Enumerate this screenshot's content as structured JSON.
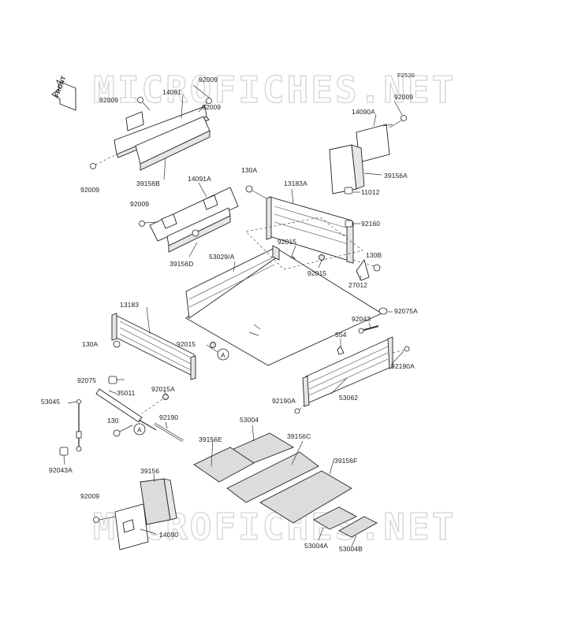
{
  "diagram_code": "F2520",
  "watermark": {
    "top": "MICROFICHES.NET",
    "bottom": "MICROFICHES.NET"
  },
  "front_label": "FRONT",
  "circle_markers": [
    "A",
    "A"
  ],
  "labels": [
    "92009",
    "92009",
    "14091",
    "92009",
    "92009",
    "39156B",
    "F2520",
    "92009",
    "14090A",
    "39156A",
    "14091A",
    "92009",
    "39156D",
    "130A",
    "13183A",
    "11012",
    "92160",
    "92015",
    "53029/A",
    "92015",
    "130B",
    "27012",
    "92075A",
    "13183",
    "92043",
    "130A",
    "92015",
    "554",
    "92190A",
    "92075",
    "92015A",
    "35011",
    "53045",
    "92190",
    "130",
    "92190A",
    "53062",
    "53004",
    "39156E",
    "39156C",
    "39156F",
    "92043A",
    "39156",
    "92009",
    "14090",
    "53004A",
    "53004B"
  ]
}
